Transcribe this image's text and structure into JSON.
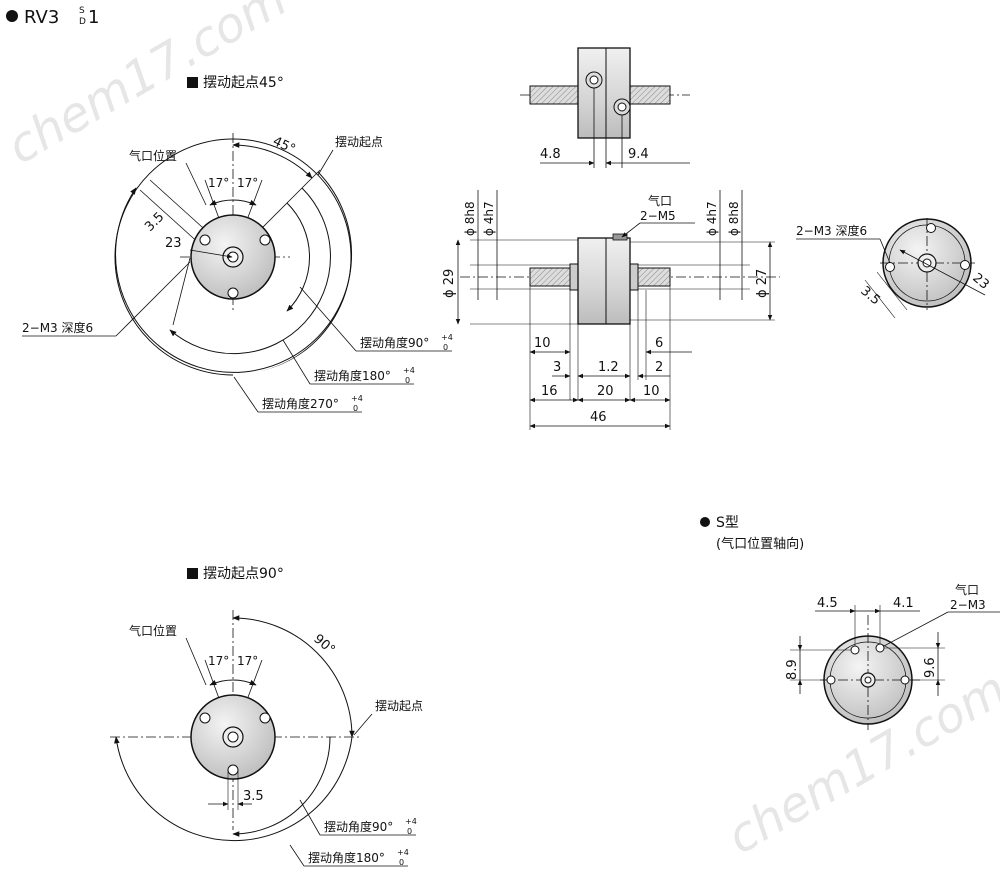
{
  "header": {
    "model": "RV3",
    "model_sup": "S",
    "model_sub": "D",
    "model_tail": "1"
  },
  "watermark": "chem17.com",
  "view45": {
    "title": "摆动起点45°",
    "air_port_label": "气口位置",
    "angle_17a": "17°",
    "angle_17b": "17°",
    "angle_45": "45°",
    "start_label": "摆动起点",
    "dim_3_5": "3.5",
    "dim_23": "23",
    "tap_label": "2−M3 深度6",
    "swing90": "摆动角度90°",
    "swing180": "摆动角度180°",
    "swing270": "摆动角度270°",
    "tol_up": "+4",
    "tol_dn": "0"
  },
  "top_view": {
    "dim_left": "4.8",
    "dim_right": "9.4"
  },
  "side_view": {
    "port_label": "气口",
    "port_spec": "2−M5",
    "phi8_l": "ϕ 8h8",
    "phi4_l": "ϕ 4h7",
    "phi4_r": "ϕ 4h7",
    "phi8_r": "ϕ 8h8",
    "phi29": "ϕ 29",
    "phi27": "ϕ 27",
    "d10": "10",
    "d6": "6",
    "d3": "3",
    "d1_2": "1.2",
    "d2": "2",
    "d16": "16",
    "d20": "20",
    "d10b": "10",
    "d46": "46"
  },
  "back_view": {
    "tap_label": "2−M3 深度6",
    "dim_23": "23",
    "dim_3_5": "3.5"
  },
  "view90": {
    "title": "摆动起点90°",
    "air_port_label": "气口位置",
    "angle_17a": "17°",
    "angle_17b": "17°",
    "angle_90": "90°",
    "start_label": "摆动起点",
    "dim_3_5": "3.5",
    "swing90": "摆动角度90°",
    "swing180": "摆动角度180°",
    "tol_up": "+4",
    "tol_dn": "0"
  },
  "s_type": {
    "title": "S型",
    "subtitle": "(气口位置轴向)",
    "port_label": "气口",
    "port_spec": "2−M3",
    "d4_5": "4.5",
    "d4_1": "4.1",
    "d8_9": "8.9",
    "d9_6": "9.6"
  }
}
